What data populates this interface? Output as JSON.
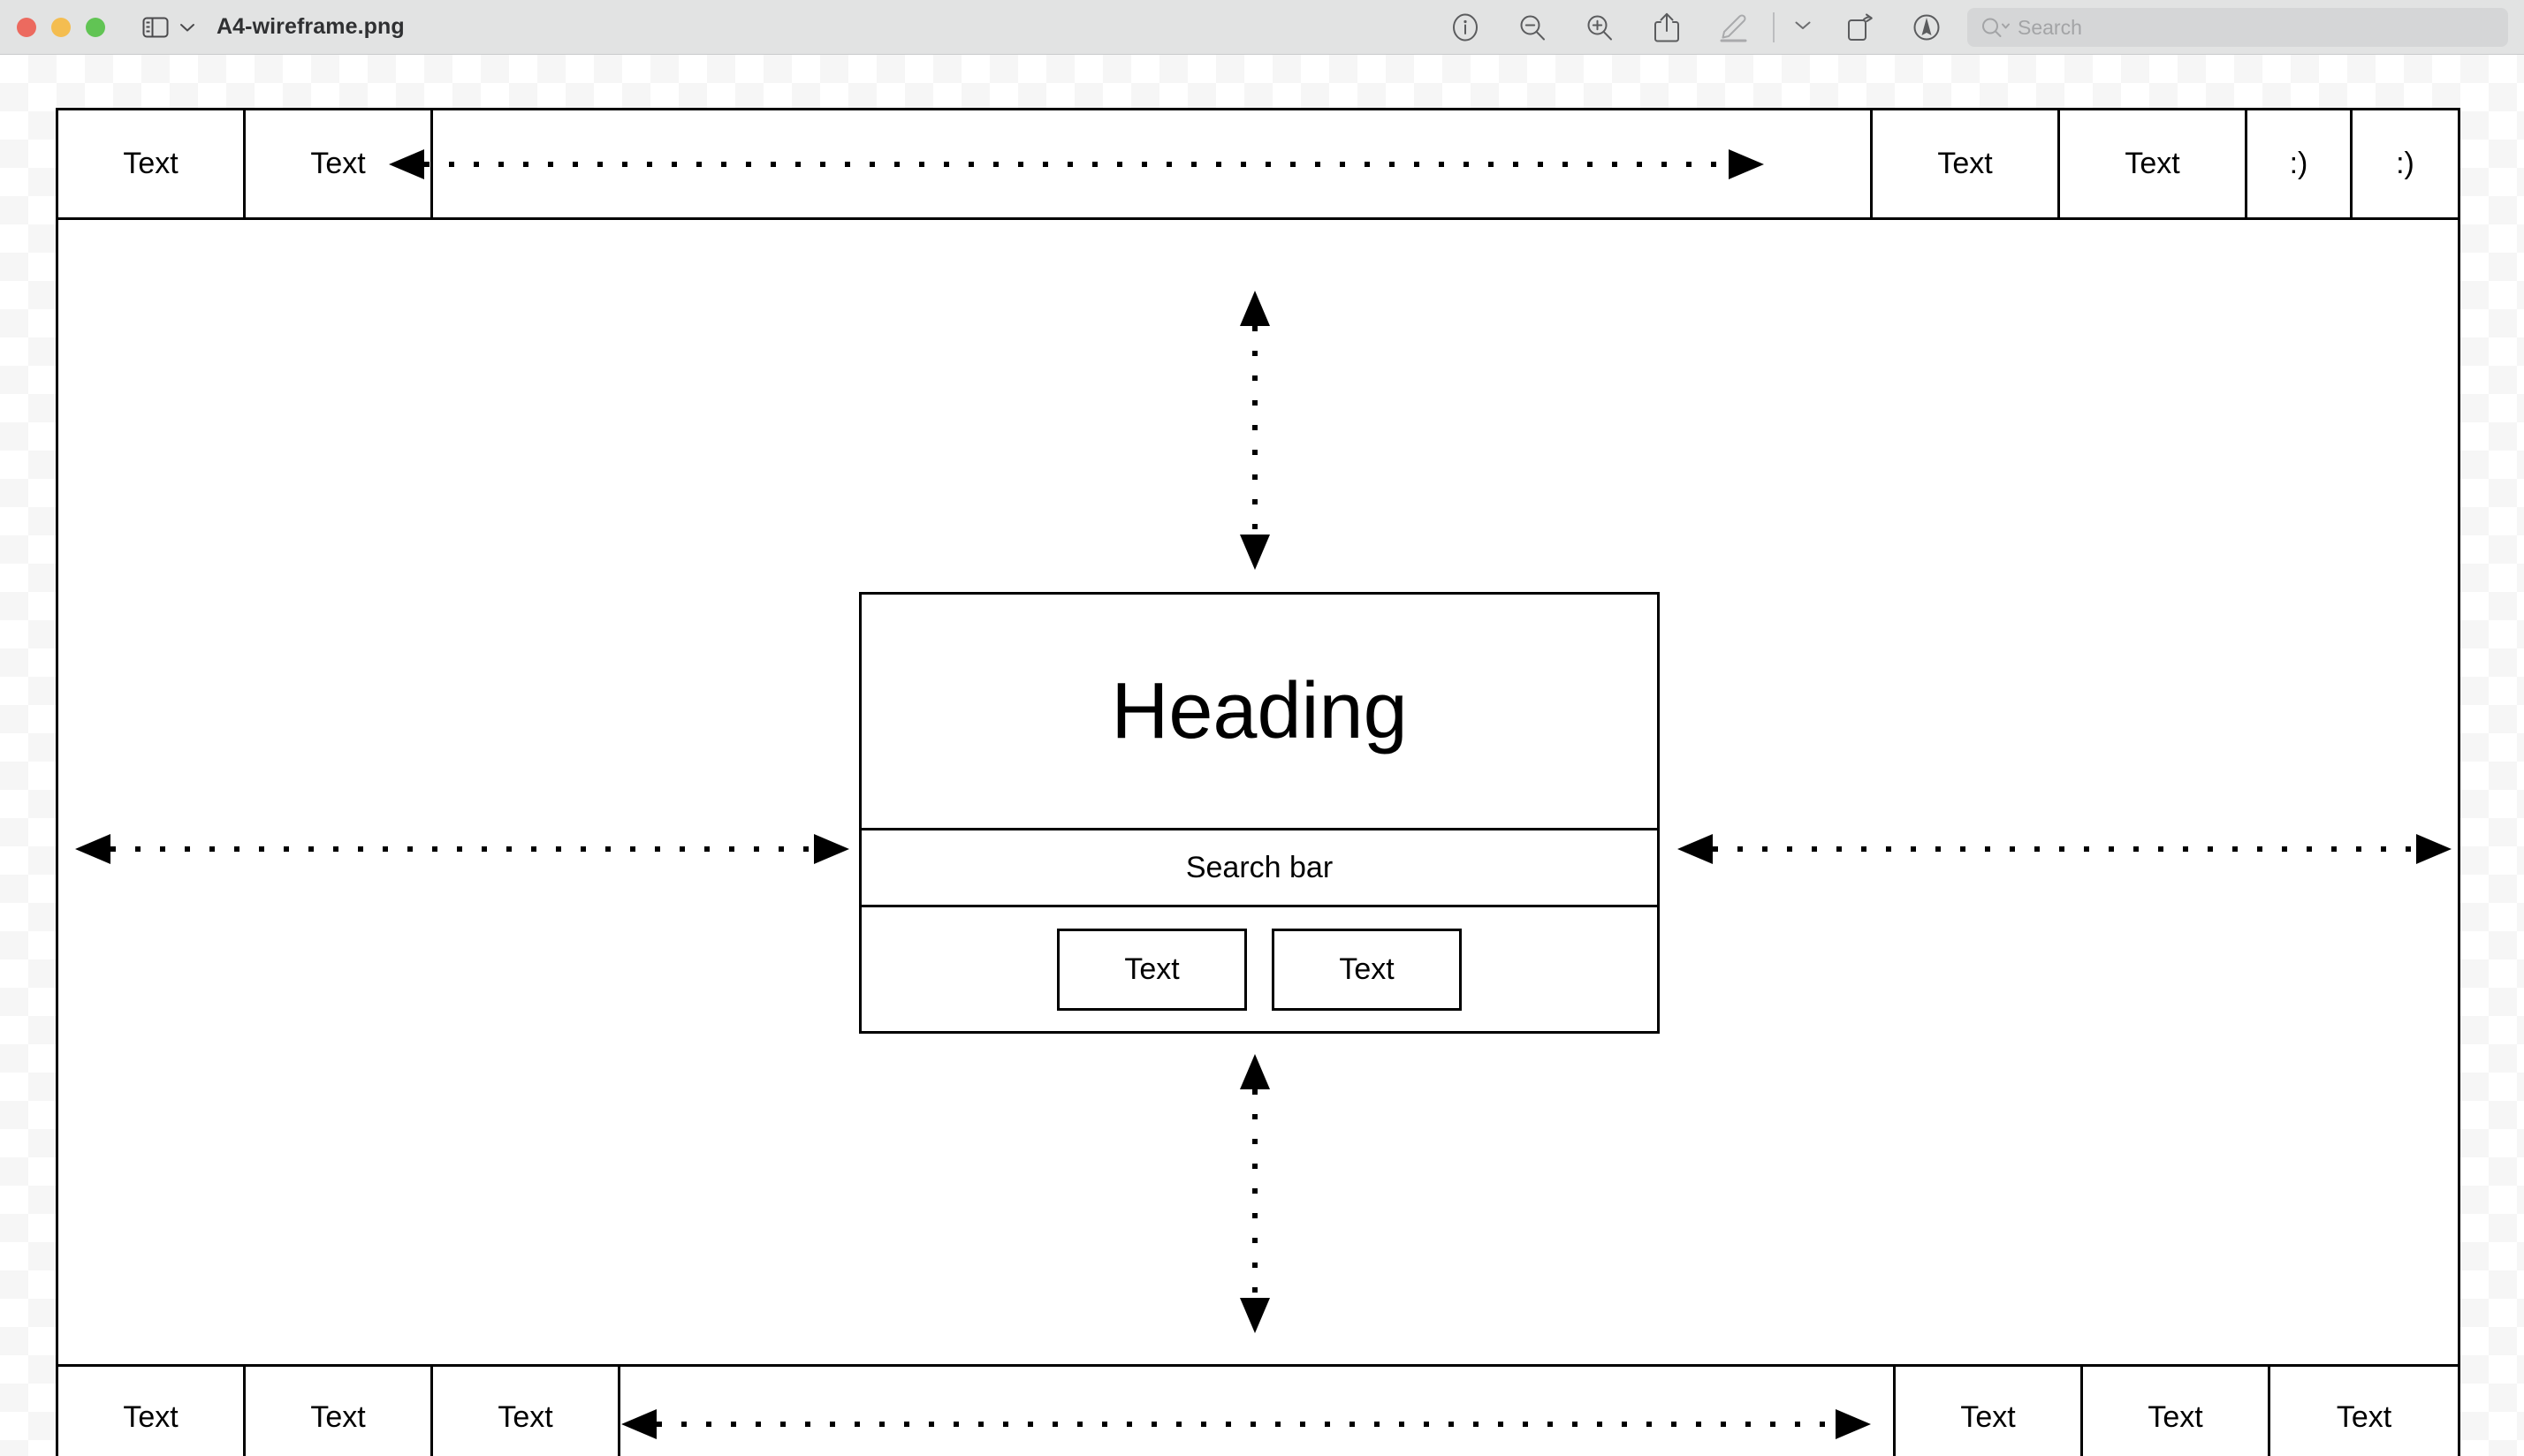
{
  "window": {
    "app": "Preview",
    "document_title": "A4-wireframe.png",
    "traffic_lights": [
      {
        "name": "close",
        "color": "#ec6a5f"
      },
      {
        "name": "minimize",
        "color": "#f4bd50"
      },
      {
        "name": "maximize",
        "color": "#61c454"
      }
    ],
    "sidebar_toggle_icon": "sidebar-icon",
    "sidebar_chevron_icon": "chevron-down-icon"
  },
  "toolbar": {
    "items": [
      {
        "name": "info-icon",
        "label": "Info"
      },
      {
        "name": "zoom-out-icon",
        "label": "Zoom Out"
      },
      {
        "name": "zoom-in-icon",
        "label": "Zoom In"
      },
      {
        "name": "share-icon",
        "label": "Share"
      },
      {
        "name": "markup-pen-icon",
        "label": "Markup"
      },
      {
        "name": "chevron-down-icon",
        "label": "More"
      },
      {
        "name": "rotate-icon",
        "label": "Rotate"
      },
      {
        "name": "annotate-icon",
        "label": "Annotate"
      }
    ],
    "search": {
      "placeholder": "Search",
      "icon": "search-icon",
      "chevron": "chevron-down-icon"
    }
  },
  "canvas": {
    "background": "transparency-checkerboard",
    "checker_colors": [
      "#ffffff",
      "#f6f6f6"
    ]
  },
  "wireframe": {
    "stroke_color": "#000000",
    "fill_color": "#ffffff",
    "navbar": {
      "cells": [
        {
          "label": "Text",
          "type": "text"
        },
        {
          "label": "Text",
          "type": "text"
        },
        {
          "label": "",
          "type": "spacer-arrow"
        },
        {
          "label": "Text",
          "type": "text"
        },
        {
          "label": "Text",
          "type": "text"
        },
        {
          "label": ":)",
          "type": "smiley"
        },
        {
          "label": ":)",
          "type": "smiley"
        }
      ]
    },
    "hero": {
      "heading": "Heading",
      "search_bar": "Search bar",
      "buttons": [
        {
          "label": "Text"
        },
        {
          "label": "Text"
        }
      ]
    },
    "footer": {
      "cells": [
        {
          "label": "Text",
          "type": "text"
        },
        {
          "label": "Text",
          "type": "text"
        },
        {
          "label": "Text",
          "type": "text"
        },
        {
          "label": "",
          "type": "spacer-arrow"
        },
        {
          "label": "Text",
          "type": "text"
        },
        {
          "label": "Text",
          "type": "text"
        },
        {
          "label": "Text",
          "type": "text"
        }
      ]
    },
    "spacing_arrows": [
      {
        "name": "navbar-spacer-arrow",
        "orientation": "horizontal"
      },
      {
        "name": "footer-spacer-arrow",
        "orientation": "horizontal"
      },
      {
        "name": "hero-left-margin-arrow",
        "orientation": "horizontal"
      },
      {
        "name": "hero-right-margin-arrow",
        "orientation": "horizontal"
      },
      {
        "name": "hero-top-margin-arrow",
        "orientation": "vertical"
      },
      {
        "name": "hero-bottom-margin-arrow",
        "orientation": "vertical"
      }
    ]
  }
}
